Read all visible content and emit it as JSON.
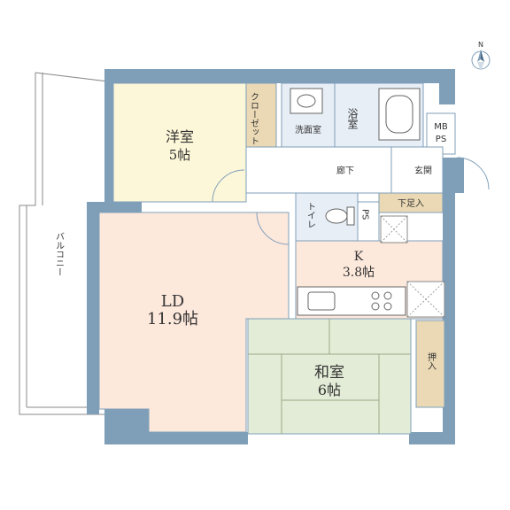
{
  "rooms": {
    "western": {
      "name": "洋室",
      "size": "5帖"
    },
    "closet": {
      "name": "クローゼット"
    },
    "washroom": {
      "name": "洗面室"
    },
    "bath": {
      "name": "浴室"
    },
    "mbps": {
      "line1": "MB",
      "line2": "PS"
    },
    "hallway": {
      "name": "廊下"
    },
    "entrance": {
      "name": "玄関"
    },
    "shoe_storage": {
      "name": "下足入"
    },
    "toilet": {
      "name": "トイレ"
    },
    "ps": {
      "name": "PS"
    },
    "kitchen": {
      "name": "K",
      "size": "3.8帖"
    },
    "living": {
      "name": "LD",
      "size": "11.9帖"
    },
    "japanese": {
      "name": "和室",
      "size": "6帖"
    },
    "oshiire": {
      "name": "押入"
    },
    "balcony": {
      "name": "バルコニー"
    }
  },
  "compass": {
    "label": "N"
  },
  "colors": {
    "wall": "#7f9fb9",
    "western": "#fdf7d9",
    "living": "#fde8dc",
    "kitchen": "#fde8dc",
    "japanese": "#e3ecd6",
    "tatami_line": "#9aaa86",
    "storage": "#ead9b4",
    "wet_area": "#e7eef6",
    "hall": "#ffffff"
  }
}
